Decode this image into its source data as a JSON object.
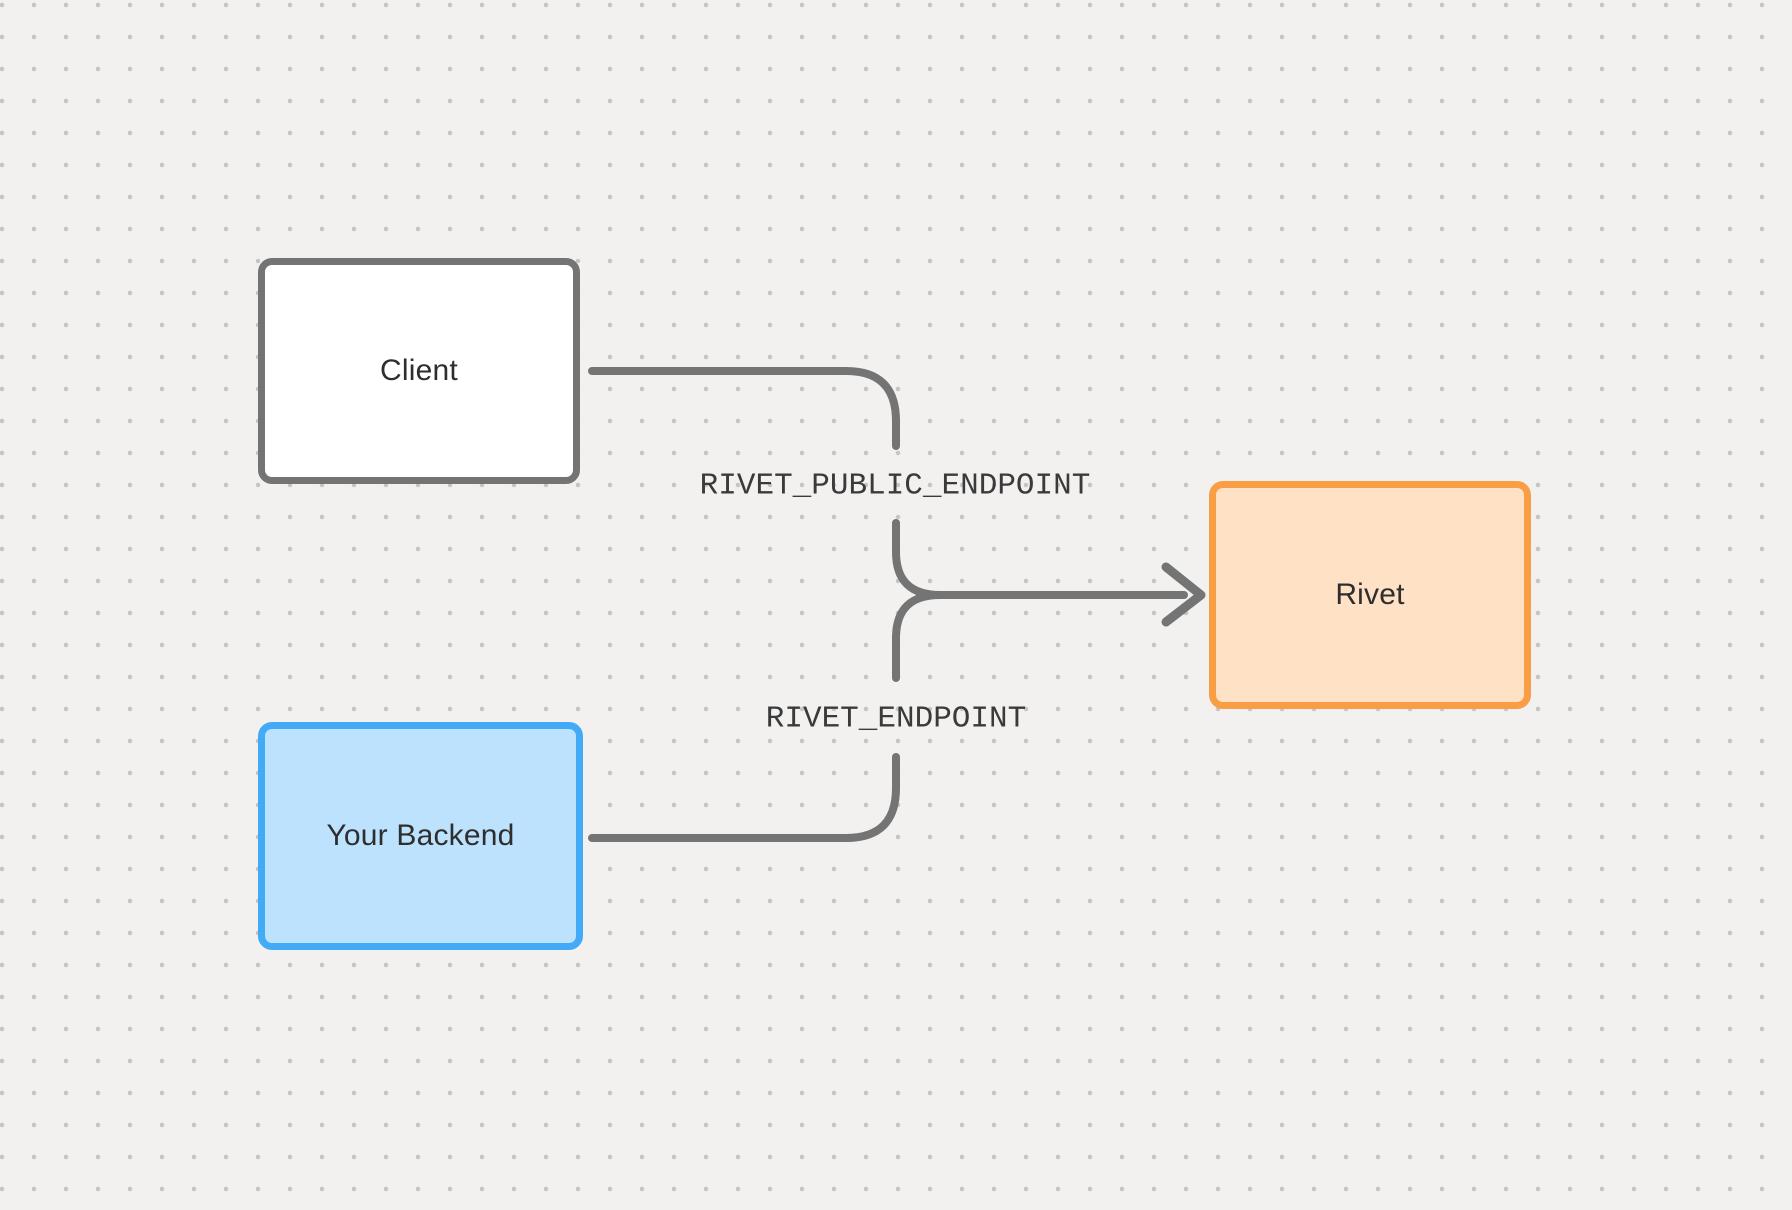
{
  "diagram": {
    "nodes": [
      {
        "id": "client",
        "label": "Client",
        "fill": "#ffffff",
        "border": "#747474",
        "text_color": "#2e2e2e"
      },
      {
        "id": "backend",
        "label": "Your Backend",
        "fill": "#bde2fd",
        "border": "#42aaf7",
        "text_color": "#2e2e2e"
      },
      {
        "id": "rivet",
        "label": "Rivet",
        "fill": "#ffe1c6",
        "border": "#fa9e45",
        "text_color": "#2e2e2e"
      }
    ],
    "edges": [
      {
        "from": "client",
        "to": "rivet",
        "label": "RIVET_PUBLIC_ENDPOINT"
      },
      {
        "from": "backend",
        "to": "rivet",
        "label": "RIVET_ENDPOINT"
      }
    ],
    "colors": {
      "connector": "#747474",
      "background": "#f2f1f0",
      "grid_dot": "#c6c5c4",
      "edge_label_text": "#3a3a3a"
    }
  }
}
